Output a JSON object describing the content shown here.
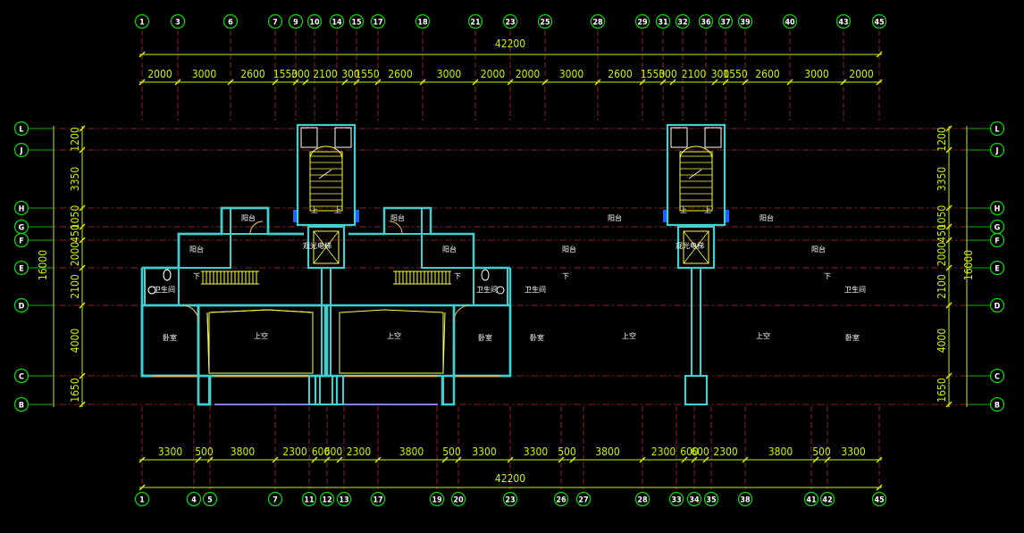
{
  "colors": {
    "background": "#000000",
    "grid_line": "#b03030",
    "dimension": "#c8f000",
    "bubble": "#00e000",
    "wall": "#40d0d0",
    "window": "#e0b060",
    "stair": "#ffff40",
    "label": "#ffffff"
  },
  "overall_top": "42200",
  "overall_bottom": "42200",
  "overall_vertical": "16000",
  "top_axes": [
    "1",
    "3",
    "6",
    "7",
    "9",
    "10",
    "14",
    "15",
    "17",
    "18",
    "21",
    "23",
    "25",
    "28",
    "29",
    "31",
    "32",
    "36",
    "37",
    "39",
    "40",
    "43",
    "45"
  ],
  "bottom_axes": [
    "1",
    "4",
    "5",
    "7",
    "11",
    "12",
    "13",
    "17",
    "19",
    "20",
    "23",
    "26",
    "27",
    "28",
    "33",
    "34",
    "35",
    "38",
    "41",
    "42",
    "45"
  ],
  "row_axes": [
    "L",
    "J",
    "H",
    "G",
    "F",
    "E",
    "D",
    "C",
    "B"
  ],
  "top_dims": [
    "2000",
    "3000",
    "2600",
    "1550",
    "300",
    "2100",
    "300",
    "1550",
    "2600",
    "3000",
    "2000",
    "2000",
    "3000",
    "2600",
    "1550",
    "300",
    "2100",
    "300",
    "1550",
    "2600",
    "3000",
    "2000"
  ],
  "bottom_dims": [
    "3300",
    "500",
    "3800",
    "2300",
    "600",
    "600",
    "2300",
    "3800",
    "500",
    "3300",
    "3300",
    "500",
    "3800",
    "2300",
    "600",
    "600",
    "2300",
    "3800",
    "500",
    "3300"
  ],
  "vertical_dims": [
    "1200",
    "3350",
    "1050",
    "450",
    "2000",
    "2100",
    "4000",
    "1650"
  ],
  "rooms": {
    "balcony": "阳台",
    "bathroom": "卫生间",
    "bedroom": "卧室",
    "void": "上空",
    "elevator": "观光电梯",
    "down": "下",
    "up": "上"
  }
}
